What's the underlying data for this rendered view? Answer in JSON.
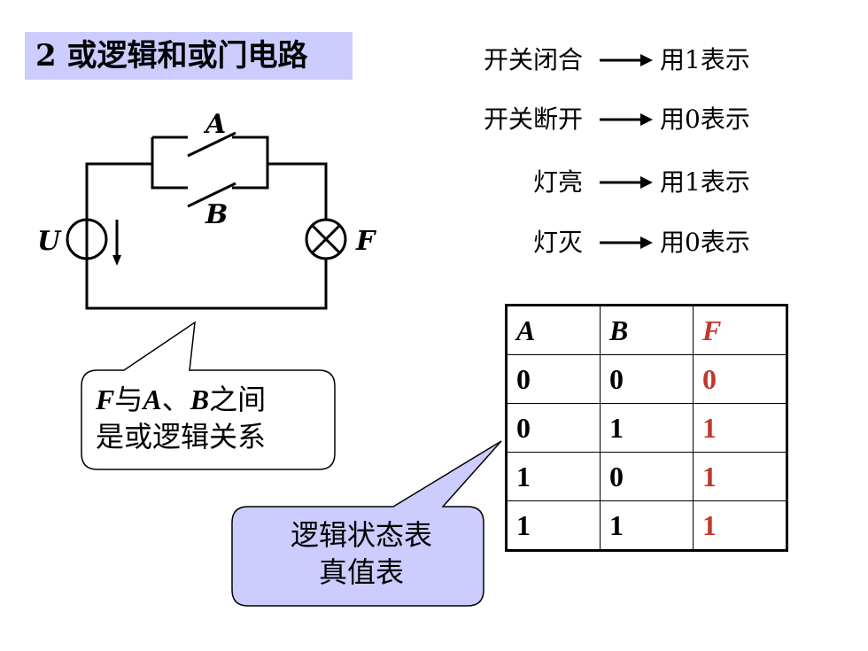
{
  "title": "2  或逻辑和或门电路",
  "legend": [
    {
      "left": "开关闭合",
      "right": "用1表示"
    },
    {
      "left": "开关断开",
      "right": "用0表示"
    },
    {
      "left": "灯亮",
      "right": "用1表示"
    },
    {
      "left": "灯灭",
      "right": "用0表示"
    }
  ],
  "circuit": {
    "switch_a": "A",
    "switch_b": "B",
    "source": "U",
    "lamp": "F"
  },
  "truth_table": {
    "headers": [
      "A",
      "B",
      "F"
    ],
    "rows": [
      [
        "0",
        "0",
        "0"
      ],
      [
        "0",
        "1",
        "1"
      ],
      [
        "1",
        "0",
        "1"
      ],
      [
        "1",
        "1",
        "1"
      ]
    ]
  },
  "callout1": {
    "f": "F",
    "t1": "与",
    "a": "A",
    "t2": "、",
    "b": "B",
    "t3": "之间",
    "line2": "是或逻辑关系"
  },
  "callout2": {
    "line1": "逻辑状态表",
    "line2": "真值表"
  },
  "colors": {
    "title_bg": "#ccccff",
    "output_column": "#c0392b",
    "callout2_bg": "#ccccff"
  }
}
